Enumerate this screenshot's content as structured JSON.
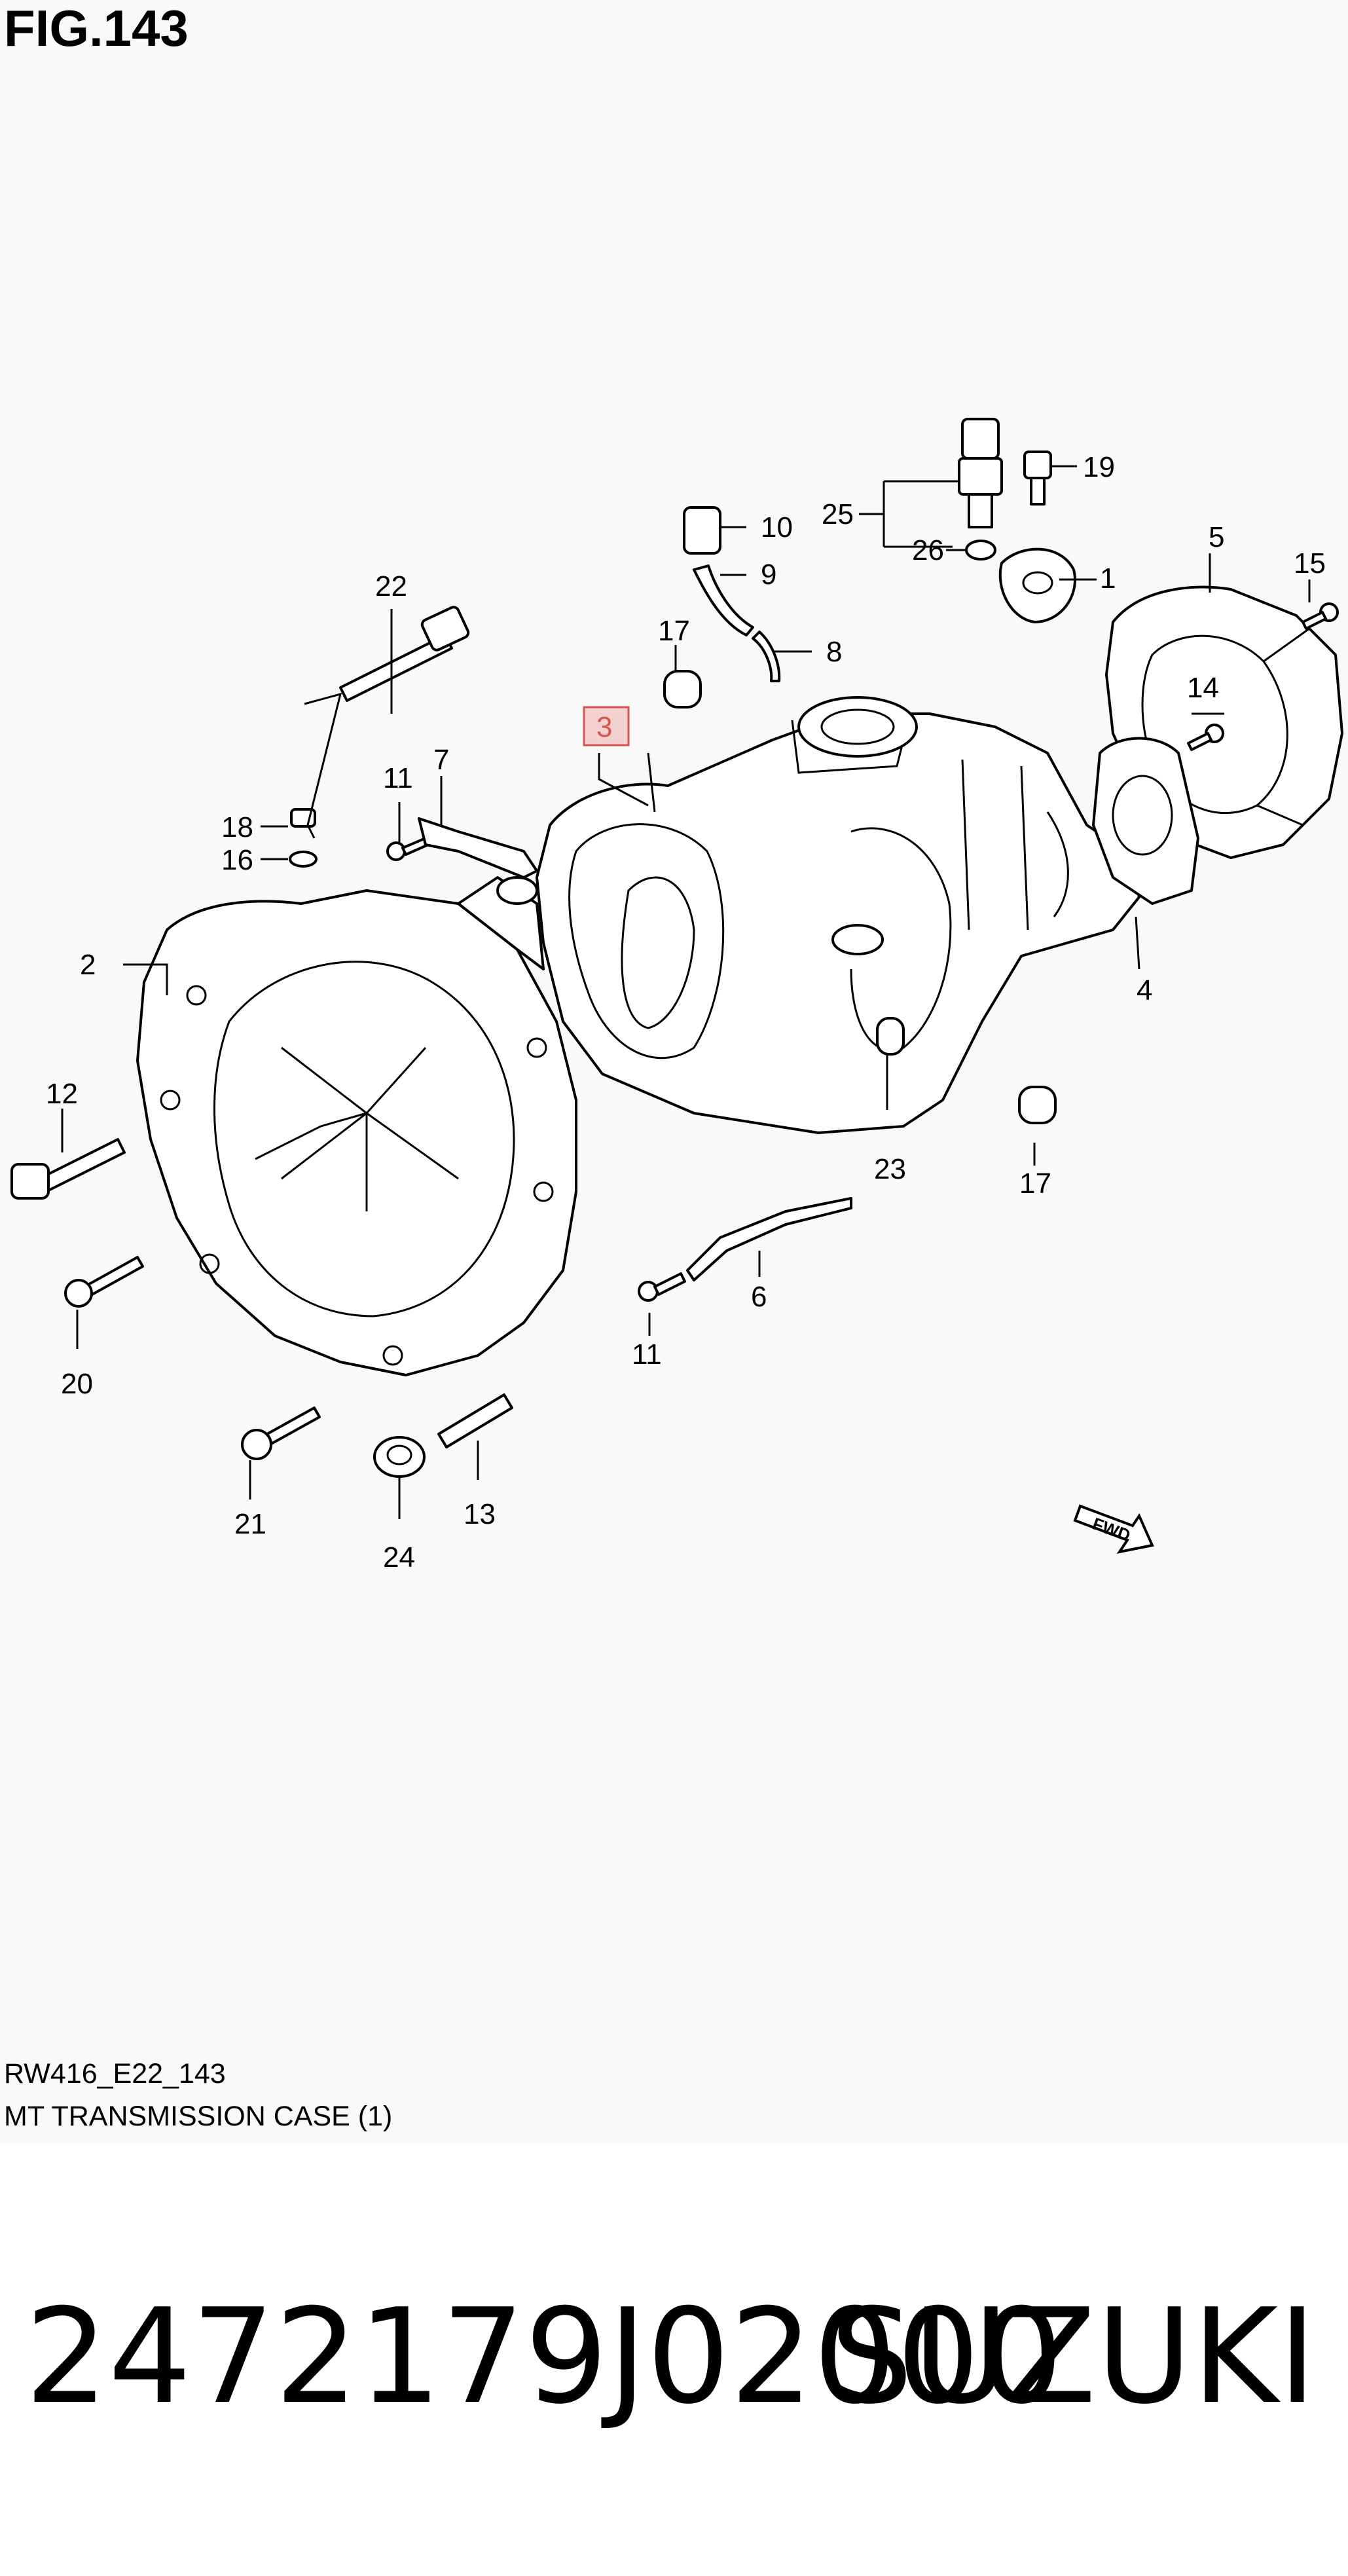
{
  "figure": {
    "title": "FIG.143",
    "code": "RW416_E22_143",
    "caption": "MT TRANSMISSION CASE (1)",
    "highlighted_callout": "3",
    "highlight_color": "#d9534f",
    "fwd_marker": "FWD"
  },
  "callouts": {
    "c1": "1",
    "c2": "2",
    "c3": "3",
    "c4": "4",
    "c5": "5",
    "c6": "6",
    "c7": "7",
    "c8": "8",
    "c9": "9",
    "c10": "10",
    "c11a": "11",
    "c11b": "11",
    "c12": "12",
    "c13": "13",
    "c14": "14",
    "c15": "15",
    "c16": "16",
    "c17a": "17",
    "c17b": "17",
    "c18": "18",
    "c19": "19",
    "c20": "20",
    "c21": "21",
    "c22": "22",
    "c23": "23",
    "c24": "24",
    "c25": "25",
    "c26": "26"
  },
  "footer": {
    "part_number": "2472179J02000",
    "brand": "SUZUKI"
  }
}
